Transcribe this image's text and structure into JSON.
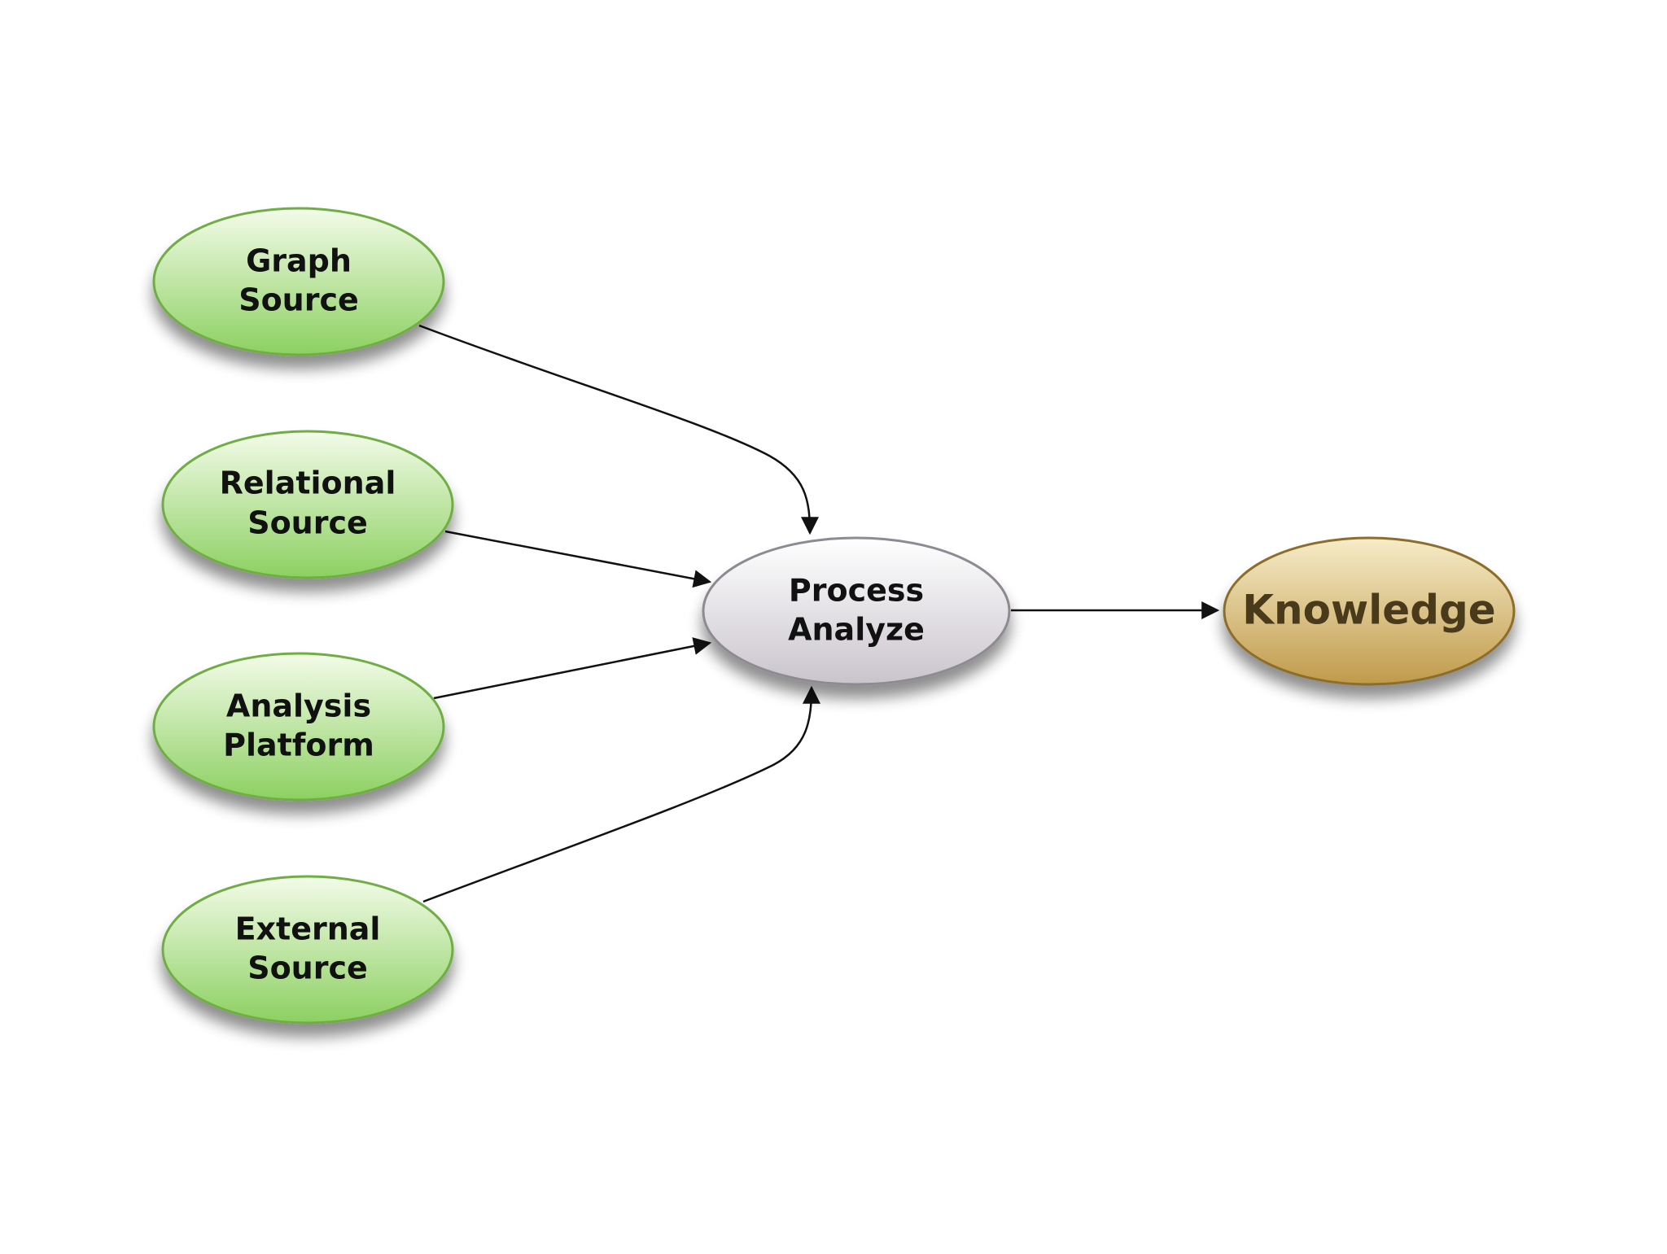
{
  "nodes": {
    "graph_source": {
      "line1": "Graph",
      "line2": "Source"
    },
    "relational_source": {
      "line1": "Relational",
      "line2": "Source"
    },
    "analysis_platform": {
      "line1": "Analysis",
      "line2": "Platform"
    },
    "external_source": {
      "line1": "External",
      "line2": "Source"
    },
    "process_analyze": {
      "line1": "Process",
      "line2": "Analyze"
    },
    "knowledge": {
      "label": "Knowledge"
    }
  },
  "colors": {
    "source_fill_top": "#f3fbe9",
    "source_fill_bottom": "#8cd061",
    "source_stroke": "#6fae45",
    "process_fill_top": "#ffffff",
    "process_fill_bottom": "#c9c4cc",
    "process_stroke": "#8e8a91",
    "knowledge_fill_top": "#f6ecc8",
    "knowledge_fill_bottom": "#c09a4b",
    "knowledge_stroke": "#8c6d2b",
    "edge": "#111111"
  }
}
